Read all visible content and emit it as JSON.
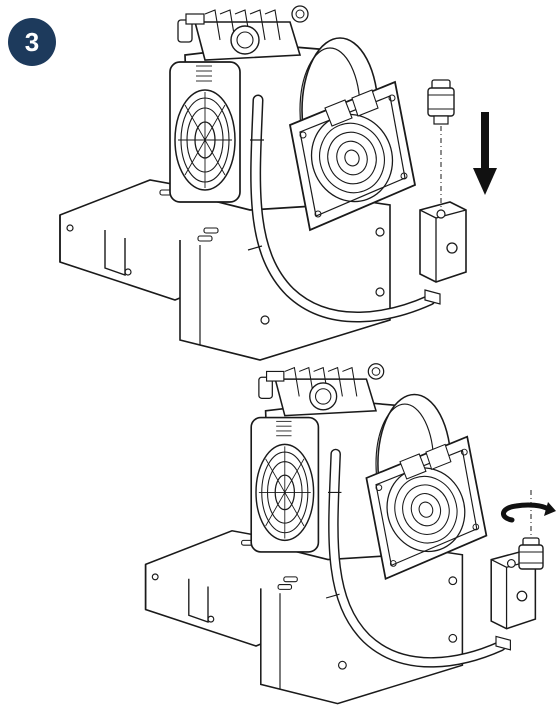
{
  "step": {
    "number": "3",
    "badge_color": "#1d3a5c"
  },
  "panels": [
    {
      "name": "insert-component",
      "arrow": "straight-down-arrow-icon"
    },
    {
      "name": "tighten-component",
      "arrow": "rotate-clockwise-arrow-icon"
    }
  ],
  "colors": {
    "line": "#1a1a1a",
    "fill": "#ffffff",
    "arrow": "#111111"
  }
}
